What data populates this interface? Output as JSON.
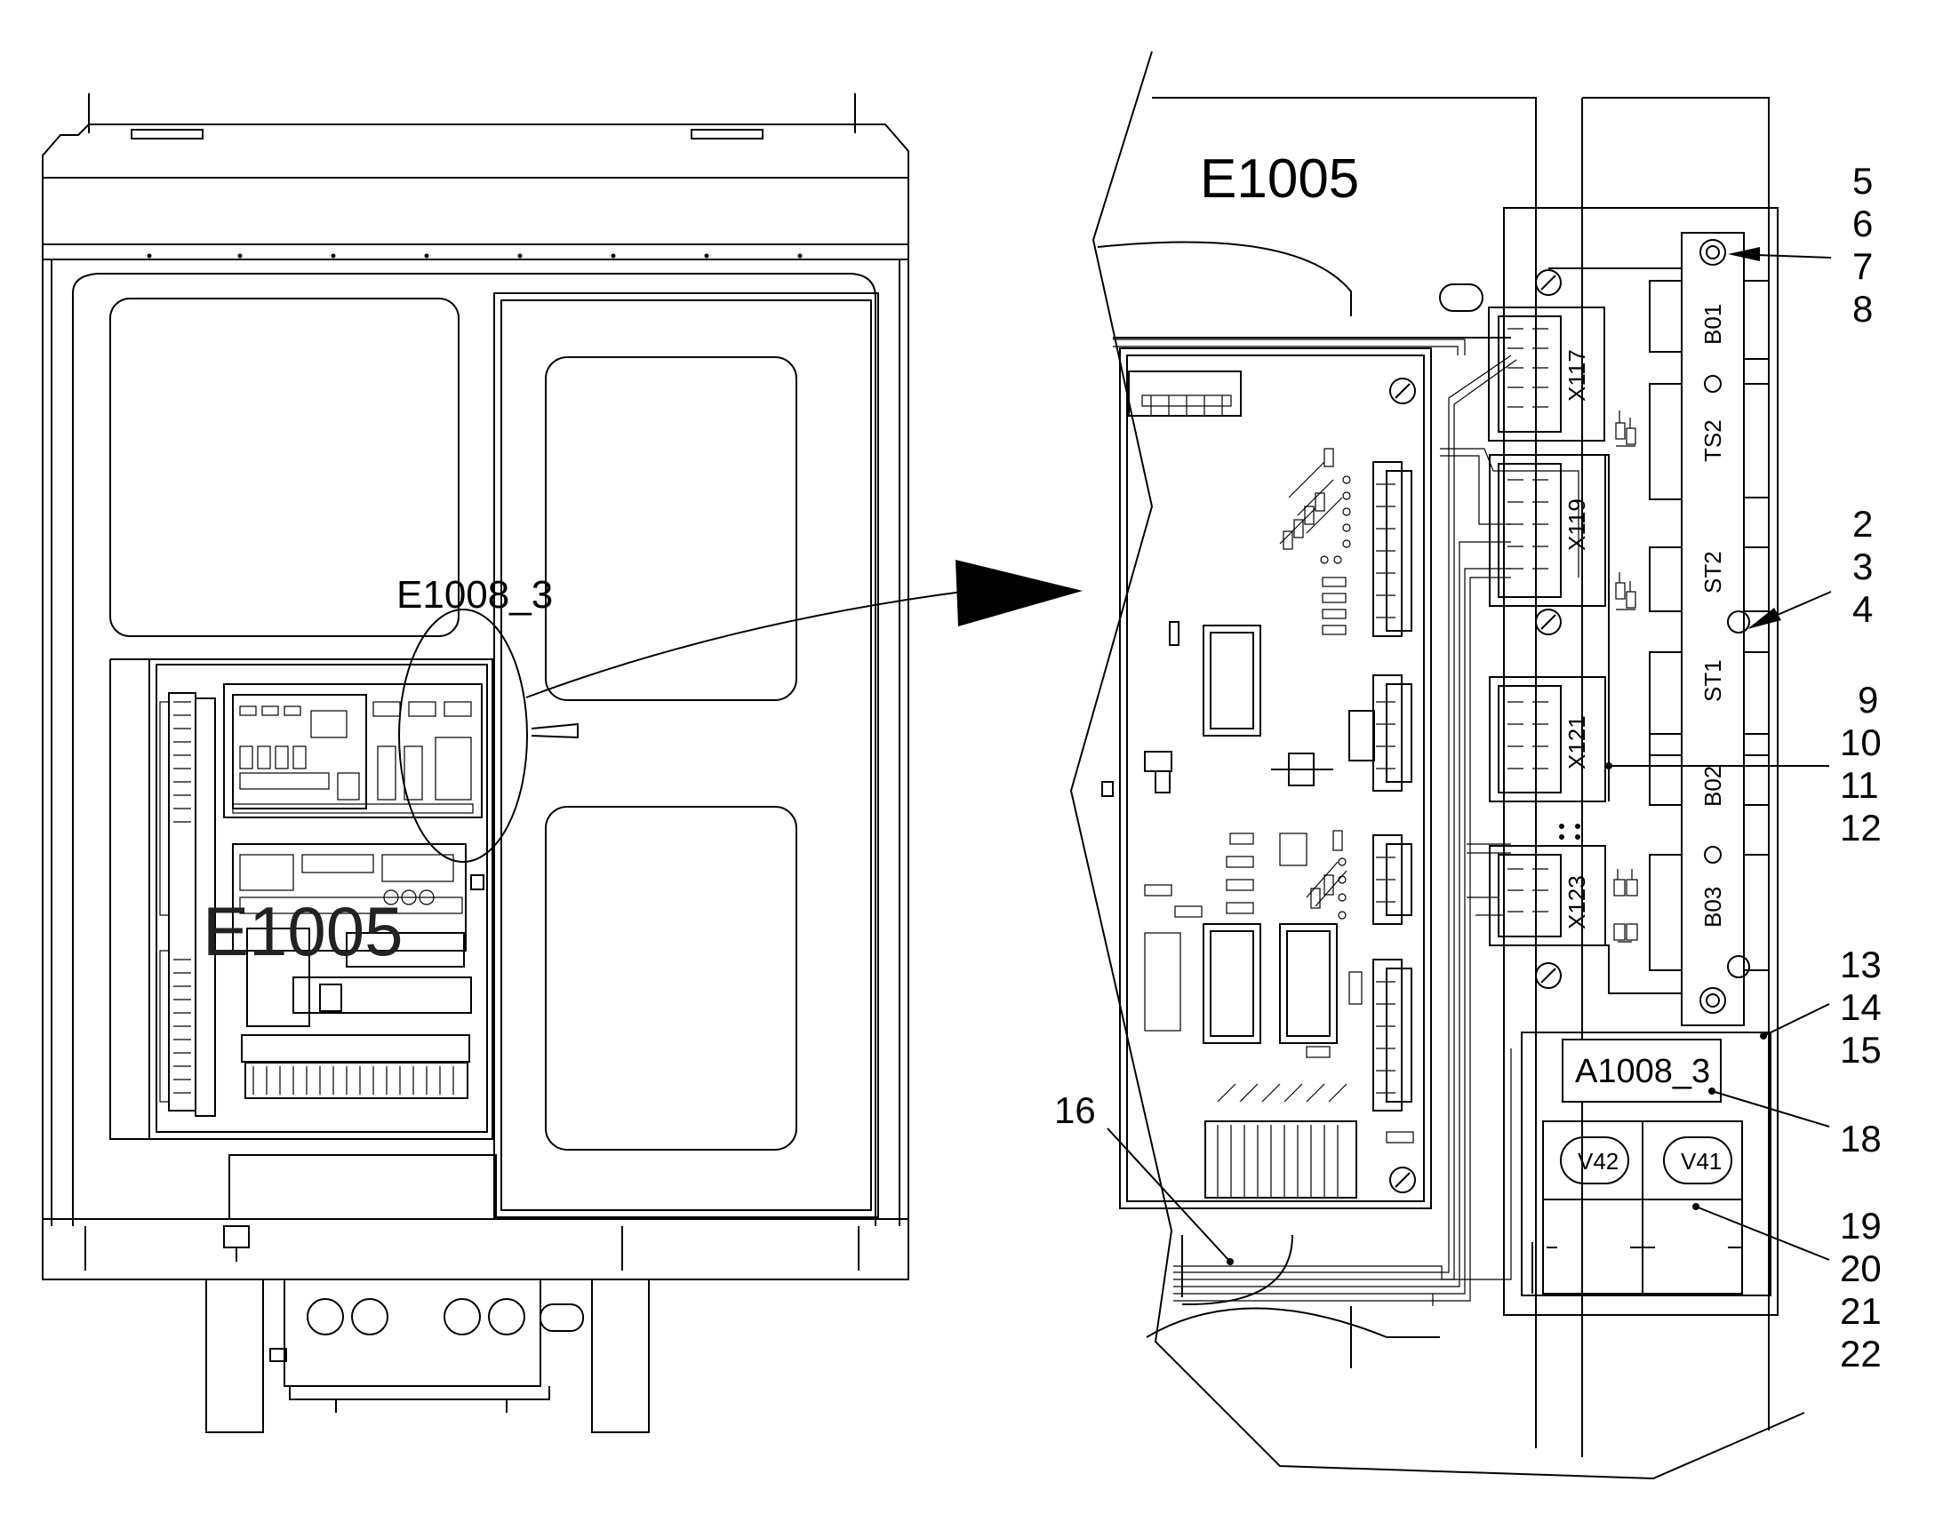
{
  "labels": {
    "main_unit": "E1005",
    "detail_ref": "E1008_3",
    "overview_unit": "E1005",
    "board": "A1008_3",
    "v42": "V42",
    "v41": "V41"
  },
  "connectors": {
    "x117": "X117",
    "x119": "X119",
    "x121": "X121",
    "x123": "X123"
  },
  "strip": {
    "b01": "B01",
    "ts2": "TS2",
    "st2": "ST2",
    "st1": "ST1",
    "b02": "B02",
    "b03": "B03"
  },
  "callouts": {
    "n5": "5",
    "n6": "6",
    "n7": "7",
    "n8": "8",
    "n2": "2",
    "n3": "3",
    "n4": "4",
    "n9": "9",
    "n10": "10",
    "n11": "11",
    "n12": "12",
    "n13": "13",
    "n14": "14",
    "n15": "15",
    "n16": "16",
    "n18": "18",
    "n19": "19",
    "n20": "20",
    "n21": "21",
    "n22": "22"
  }
}
